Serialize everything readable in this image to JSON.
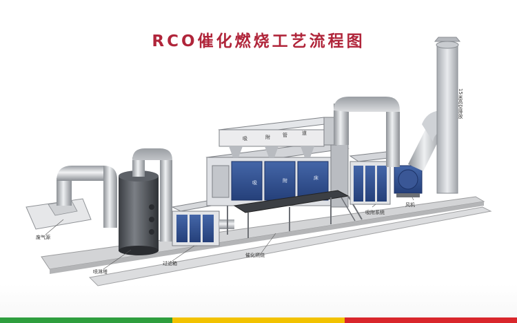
{
  "title": "RCO催化燃烧工艺流程图",
  "labels": {
    "exhaust_inlet": "废气源",
    "spray_tower": "喷淋塔",
    "filter_box": "过滤箱",
    "catalytic_combustion": "催化燃烧",
    "adsorption_system": "吸附系统",
    "fan": "风机",
    "stack": "15米高空排放"
  },
  "panel_text": {
    "top_row": [
      "吸",
      "附",
      "管",
      "道"
    ],
    "bottom_row": [
      "吸",
      "附",
      "床"
    ]
  },
  "colors": {
    "title": "#b0253a",
    "panel_blue": "#2f4f8f",
    "duct_gray": "#c9ccd0",
    "bottom_stripe_green": "#2e9e3e",
    "bottom_stripe_yellow": "#f2c200",
    "bottom_stripe_red": "#d9262b"
  }
}
